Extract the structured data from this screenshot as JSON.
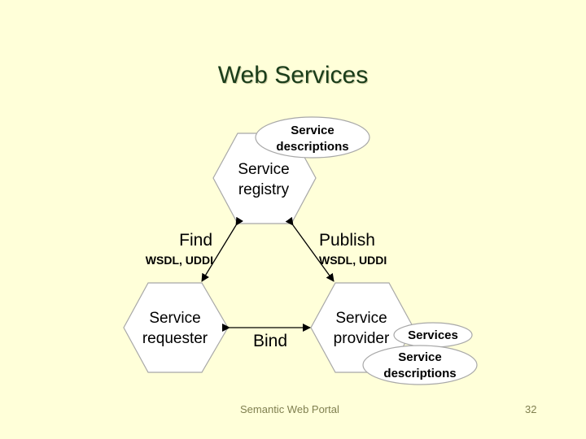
{
  "slide": {
    "title": "Web Services",
    "footer": "Semantic Web Portal",
    "page_number": "32"
  },
  "diagram": {
    "registry": [
      "Service",
      "registry"
    ],
    "requester": [
      "Service",
      "requester"
    ],
    "provider": [
      "Service",
      "provider"
    ],
    "registry_descriptions": [
      "Service",
      "descriptions"
    ],
    "provider_services": "Services",
    "provider_descriptions": [
      "Service",
      "descriptions"
    ],
    "find_label": "Find",
    "find_sub": "WSDL, UDDI",
    "publish_label": "Publish",
    "publish_sub": "WSDL, UDDI",
    "bind_label": "Bind"
  },
  "colors": {
    "background": "#ffffd9",
    "shape_fill": "#ffffff",
    "shape_stroke": "#a8a8a8",
    "text": "#000000"
  }
}
